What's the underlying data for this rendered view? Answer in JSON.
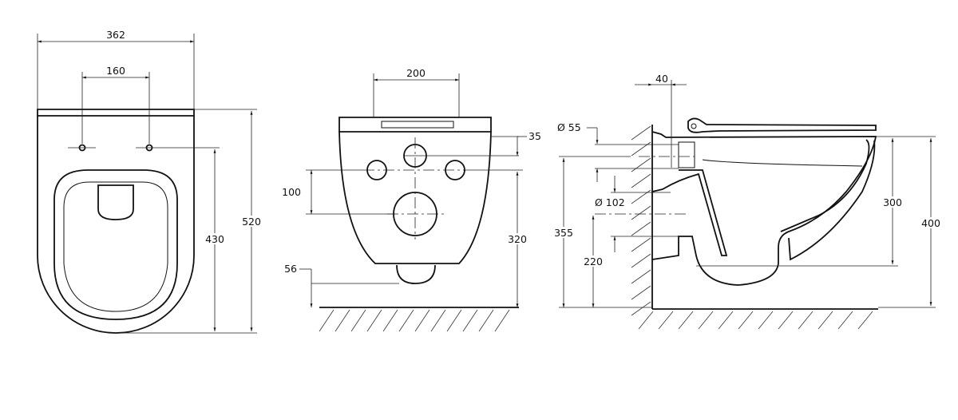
{
  "top_view": {
    "width_label": "362",
    "hole_spacing_label": "160",
    "hole_to_front_label": "430",
    "length_label": "520"
  },
  "front_view": {
    "width_label": "200",
    "top_hole_offset_label": "35",
    "hole_spacing_label": "100",
    "outlet_height_label": "320",
    "bottom_label": "56"
  },
  "side_view": {
    "wall_offset_label": "40",
    "inlet_diameter_label": "Ø 55",
    "outlet_diameter_label": "Ø 102",
    "inlet_height_label": "355",
    "outlet_height_label": "220",
    "bowl_height_label": "300",
    "seat_height_label": "400"
  }
}
